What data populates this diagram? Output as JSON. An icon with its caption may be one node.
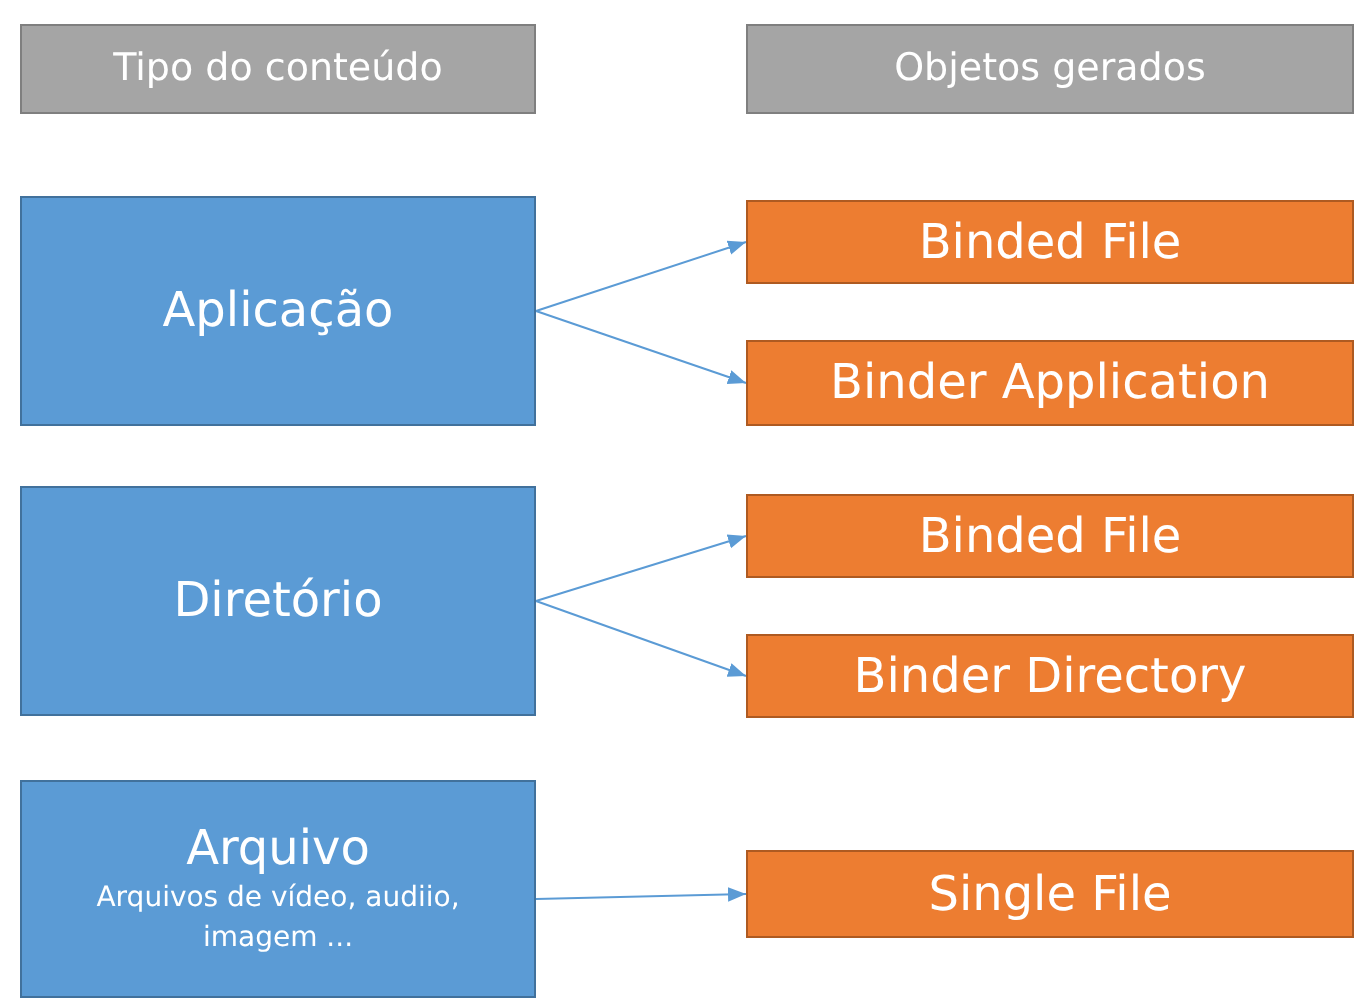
{
  "diagram": {
    "nodes": [
      {
        "text": [
          "Tipo do conteúdo"
        ]
      },
      {
        "text": [
          "Objetos gerados"
        ]
      },
      {
        "text": [
          "Aplicação"
        ]
      },
      {
        "text": [
          "Binded File"
        ]
      },
      {
        "text": [
          "Binder Application"
        ]
      },
      {
        "text": [
          "Diretório"
        ]
      },
      {
        "text": [
          "Binded File"
        ]
      },
      {
        "text": [
          "Binder Directory"
        ]
      },
      {
        "text": [
          "Arquivo",
          "Arquivos de vídeo, audiio, imagem ..."
        ]
      },
      {
        "text": [
          "Single File"
        ]
      }
    ],
    "edges": [
      {
        "from": 2,
        "to": 3,
        "arrow": "to"
      },
      {
        "from": 2,
        "to": 4,
        "arrow": "to"
      },
      {
        "from": 5,
        "to": 6,
        "arrow": "to"
      },
      {
        "from": 5,
        "to": 7,
        "arrow": "to"
      },
      {
        "from": 8,
        "to": 9,
        "arrow": "to"
      }
    ]
  }
}
